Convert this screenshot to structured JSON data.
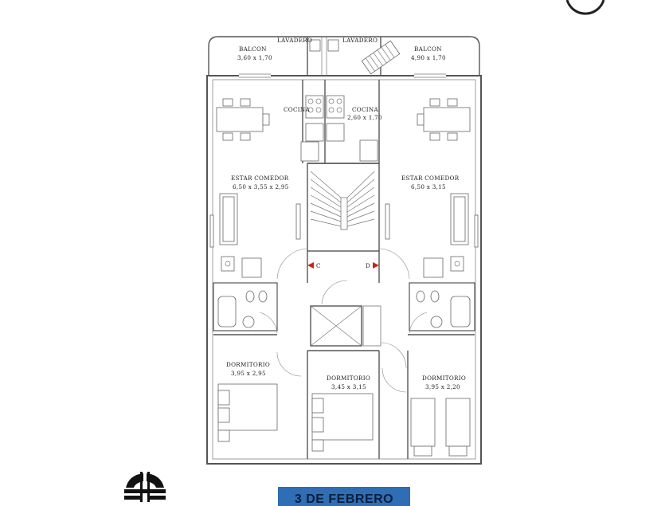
{
  "plan": {
    "balcon_left": {
      "name": "BALCON",
      "dims": "3,60 x 1,70"
    },
    "balcon_right": {
      "name": "BALCON",
      "dims": "4,90 x 1,70"
    },
    "lavadero_left": "LAVADERO",
    "lavadero_right": "LAVADERO",
    "cocina_left": "COCINA",
    "cocina_right": {
      "name": "COCINA",
      "dims": "2,60 x 1,70"
    },
    "estar_left": {
      "name": "ESTAR COMEDOR",
      "dims": "6,50 x 3,55 x 2,95"
    },
    "estar_right": {
      "name": "ESTAR COMEDOR",
      "dims": "6,50 x 3,15"
    },
    "unit_c": "C",
    "unit_d": "D",
    "dorm_left": {
      "name": "DORMITORIO",
      "dims": "3,95 x 2,95"
    },
    "dorm_center": {
      "name": "DORMITORIO",
      "dims": "3,45 x 3,15"
    },
    "dorm_right": {
      "name": "DORMITORIO",
      "dims": "3,95 x 2,20"
    }
  },
  "banner": {
    "text": "3 DE FEBRERO",
    "color": "#2f6eb5"
  },
  "accent_red": "#d0201a"
}
